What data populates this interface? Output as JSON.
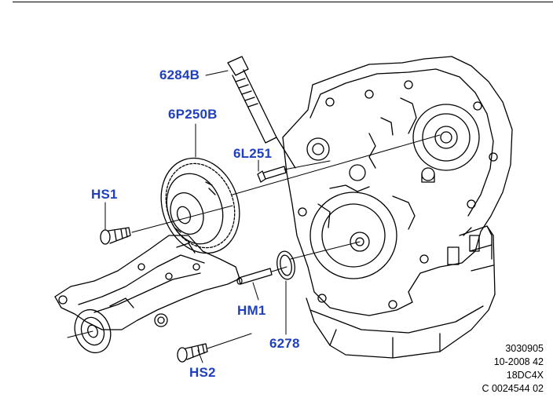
{
  "diagram": {
    "colors": {
      "callout": "#1f3fbf",
      "line": "#000000",
      "reference": "#000000"
    },
    "callouts": [
      {
        "id": "6284B",
        "text": "6284B"
      },
      {
        "id": "6P250B",
        "text": "6P250B"
      },
      {
        "id": "6L251",
        "text": "6L251"
      },
      {
        "id": "HS1",
        "text": "HS1"
      },
      {
        "id": "HM1",
        "text": "HM1"
      },
      {
        "id": "6278",
        "text": "6278"
      },
      {
        "id": "HS2",
        "text": "HS2"
      }
    ],
    "reference": {
      "lines": [
        "3030905",
        "10-2008 42",
        "18DC4X",
        "C 0024544 02"
      ]
    }
  }
}
